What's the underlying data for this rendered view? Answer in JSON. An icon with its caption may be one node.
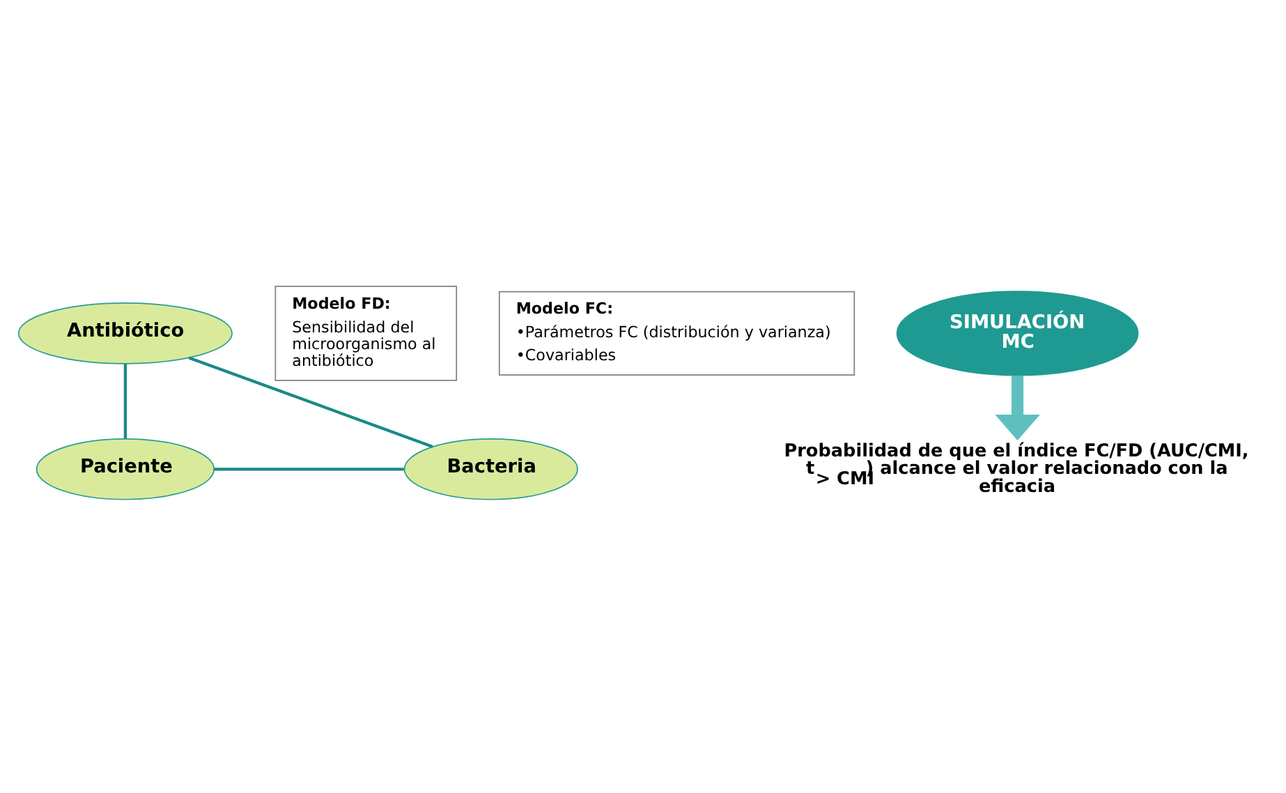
{
  "diagram": {
    "nodes": [
      {
        "text": [
          "Antibiótico"
        ]
      },
      {
        "text": [
          "Modelo FD:",
          "Sensibilidad del microorganismo al antibiótico"
        ]
      },
      {
        "text": [
          "Modelo FC:",
          "•Parámetros FC (distribución y varianza)",
          "•Covariables"
        ]
      },
      {
        "text": [
          "SIMULACIÓN MC"
        ]
      },
      {
        "text": [
          "Bacteria"
        ]
      },
      {
        "text": [
          "Paciente"
        ]
      },
      {
        "text": [
          "Probabilidad de que el índice FC/FD (AUC/CMI, t$_{> CMI}$) alcance el valor relacionado con la eficacia"
        ]
      }
    ],
    "edges": [
      {
        "from": 0,
        "to": 5,
        "arrow": "none"
      },
      {
        "from": 5,
        "to": 4,
        "arrow": "none"
      },
      {
        "from": 4,
        "to": 0,
        "arrow": "none"
      },
      {
        "from": 3,
        "to": 6,
        "arrow": "to",
        "style": "thick",
        "color": "#5fbfbf"
      }
    ]
  }
}
